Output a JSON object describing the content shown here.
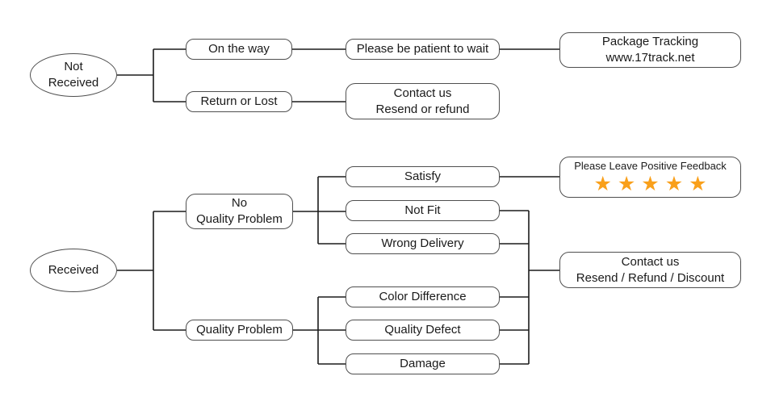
{
  "colors": {
    "star": "#F9A01B",
    "box_border": "#4f4f4f",
    "line": "#1c1c1c",
    "text": "#1a1a1a",
    "background": "#ffffff"
  },
  "tree_not_received": {
    "root_line1": "Not",
    "root_line2": "Received",
    "on_the_way": "On the way",
    "please_be_patient": "Please be patient to wait",
    "package_tracking_line1": "Package Tracking",
    "package_tracking_line2": "www.17track.net",
    "return_or_lost": "Return or Lost",
    "contact_us_line1": "Contact us",
    "contact_us_line2": "Resend or refund"
  },
  "tree_received": {
    "root": "Received",
    "no_quality_problem_line1": "No",
    "no_quality_problem_line2": "Quality Problem",
    "satisfy": "Satisfy",
    "not_fit": "Not Fit",
    "wrong_delivery": "Wrong Delivery",
    "feedback_label": "Please Leave Positive Feedback",
    "feedback_stars": "★★★★★",
    "feedback_star_count": 5,
    "quality_problem": "Quality Problem",
    "color_difference": "Color Difference",
    "quality_defect": "Quality Defect",
    "damage": "Damage",
    "contact_us_line1": "Contact us",
    "contact_us_line2": "Resend / Refund / Discount"
  }
}
